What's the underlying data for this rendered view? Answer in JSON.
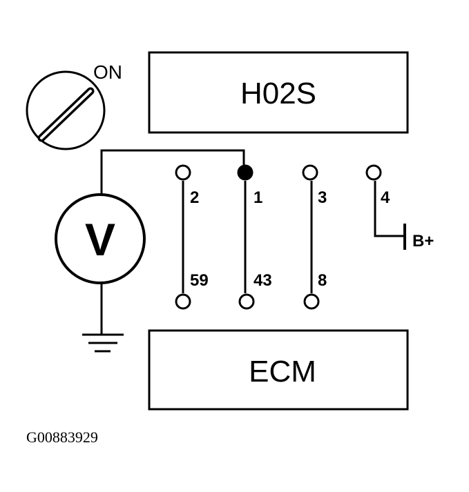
{
  "components": {
    "sensor": {
      "label": "H02S"
    },
    "ecm": {
      "label": "ECM"
    },
    "ignition": {
      "label": "ON"
    },
    "voltmeter": {
      "label": "V"
    },
    "battery": {
      "label": "B+"
    }
  },
  "sensor_pins": [
    {
      "label": "2",
      "ecm_pin": "59",
      "probed": false
    },
    {
      "label": "1",
      "ecm_pin": "43",
      "probed": true
    },
    {
      "label": "3",
      "ecm_pin": "8",
      "probed": false
    },
    {
      "label": "4",
      "ecm_pin": null,
      "probed": false
    }
  ],
  "figure_id": "G00883929",
  "colors": {
    "line": "#000000",
    "background": "#ffffff"
  }
}
